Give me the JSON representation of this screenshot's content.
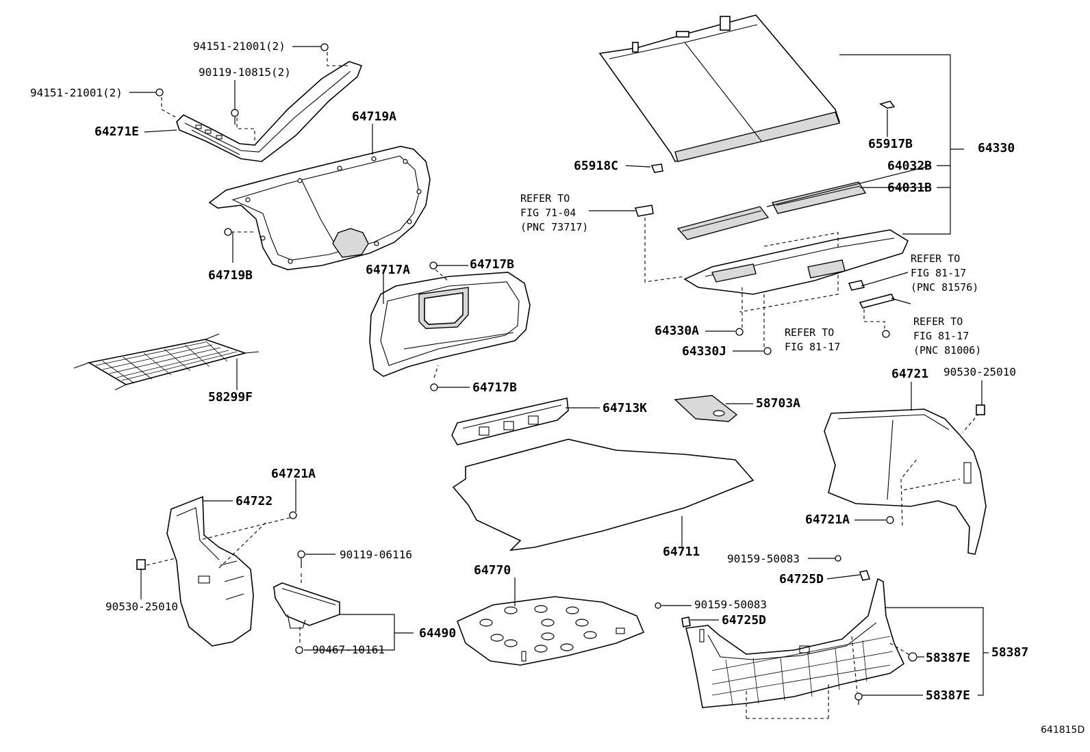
{
  "labels": {
    "p94151_a": "94151-21001(2)",
    "p90119_10815": "90119-10815(2)",
    "p94151_b": "94151-21001(2)",
    "p64271E": "64271E",
    "p64719A": "64719A",
    "p64719B": "64719B",
    "p64717A": "64717A",
    "p64717B_top": "64717B",
    "p64717B_bot": "64717B",
    "p58299F": "58299F",
    "p65917B": "65917B",
    "p64330": "64330",
    "p65918C": "65918C",
    "p64032B": "64032B",
    "p64031B": "64031B",
    "p64330A": "64330A",
    "p64330J": "64330J",
    "p64713K": "64713K",
    "p58703A": "58703A",
    "p64721": "64721",
    "p90530_right": "90530-25010",
    "p64721A_right": "64721A",
    "p64721A_left": "64721A",
    "p64722": "64722",
    "p90530_left": "90530-25010",
    "p90119_06116": "90119-06116",
    "p64490": "64490",
    "p90467_10161": "90467-10161",
    "p64711": "64711",
    "p64770": "64770",
    "p90159_a": "90159-50083",
    "p64725D_a": "64725D",
    "p90159_b": "90159-50083",
    "p64725D_b": "64725D",
    "p58387E_a": "58387E",
    "p58387": "58387",
    "p58387E_b": "58387E",
    "diagram_code": "641815D"
  },
  "refs": {
    "ref_71_04": "REFER TO\nFIG 71-04\n(PNC 73717)",
    "ref_81_17_a": "REFER TO\nFIG 81-17\n(PNC 81576)",
    "ref_81_17_b": "REFER TO\nFIG 81-17",
    "ref_81_17_c": "REFER TO\nFIG 81-17\n(PNC 81006)"
  }
}
